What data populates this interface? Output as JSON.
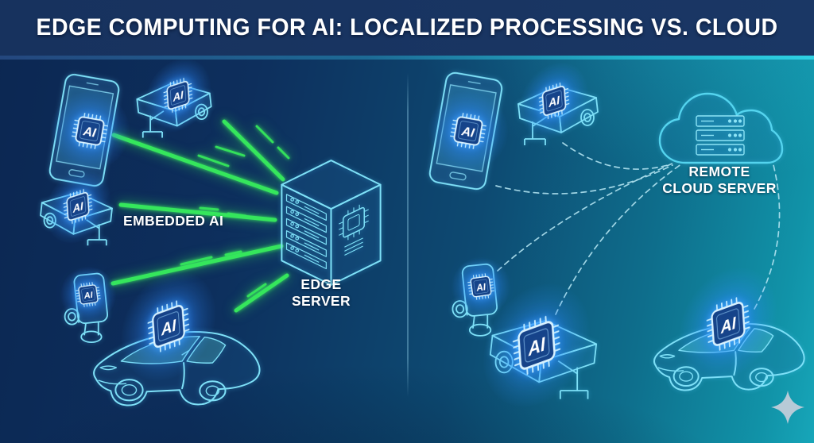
{
  "header": {
    "title": "EDGE COMPUTING FOR AI: LOCALIZED PROCESSING VS. CLOUD"
  },
  "left_panel": {
    "embedded_ai_label": "EMBEDDED AI",
    "edge_server_label_line1": "EDGE",
    "edge_server_label_line2": "SERVER"
  },
  "right_panel": {
    "cloud_label_line1": "REMOTE",
    "cloud_label_line2": "CLOUD SERVER"
  },
  "labels": {
    "ai_chip": "AI"
  },
  "colors": {
    "header_bg": "#18335f",
    "background_navy": "#0d2a57",
    "background_teal": "#1197ab",
    "beam_green": "#35e65c",
    "wireframe_cyan": "#7ee0f7",
    "chip_glow_blue": "#2e8fff",
    "dashed_line_blue": "#aadcec",
    "label_text": "#ffffff",
    "logo_silver": "#b7cad7"
  }
}
